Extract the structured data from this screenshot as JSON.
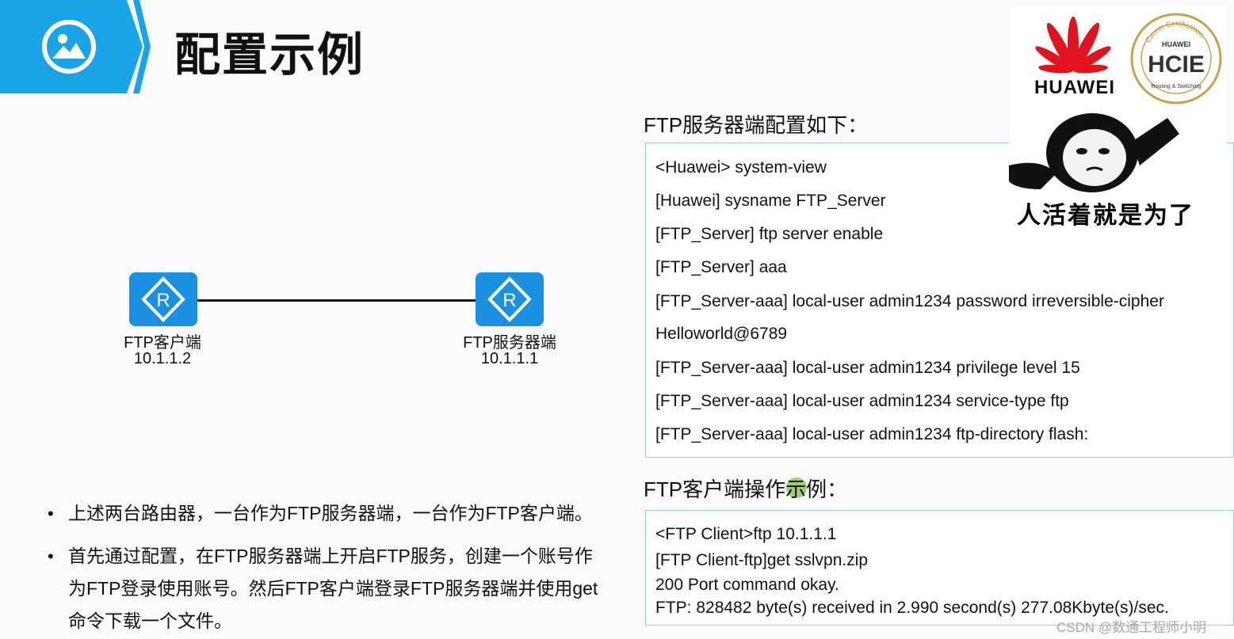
{
  "header": {
    "title": "配置示例",
    "icon": "image-icon"
  },
  "topology": {
    "client": {
      "name": "FTP客户端",
      "ip": "10.1.1.2",
      "glyph": "R"
    },
    "server": {
      "name": "FTP服务器端",
      "ip": "10.1.1.1",
      "glyph": "R"
    }
  },
  "server_config": {
    "heading": "FTP服务器端配置如下：",
    "lines": [
      "<Huawei> system-view",
      "[Huawei] sysname FTP_Server",
      "[FTP_Server] ftp server enable",
      "[FTP_Server] aaa",
      "[FTP_Server-aaa] local-user admin1234 password irreversible-cipher",
      "Helloworld@6789",
      "[FTP_Server-aaa] local-user admin1234 privilege level 15",
      "[FTP_Server-aaa] local-user admin1234 service-type ftp",
      "[FTP_Server-aaa] local-user admin1234 ftp-directory flash:"
    ]
  },
  "client_config": {
    "heading": "FTP客户端操作示例：",
    "lines": [
      "<FTP Client>ftp 10.1.1.1",
      "[FTP Client-ftp]get sslvpn.zip",
      "200 Port command okay.",
      "FTP: 828482 byte(s) received in 2.990 second(s) 277.08Kbyte(s)/sec."
    ]
  },
  "bullets": [
    {
      "lines": [
        "上述两台路由器，一台作为FTP服务器端，一台作为FTP客户端。"
      ]
    },
    {
      "lines": [
        "首先通过配置，在FTP服务器端上开启FTP服务，创建一个账号作",
        "为FTP登录使用账号。然后FTP客户端登录FTP服务器端并使用get",
        "命令下载一个文件。"
      ]
    }
  ],
  "logo": {
    "brand": "HUAWEI",
    "seal_top": "Career Certification",
    "seal_brand": "HUAWEI",
    "seal_main": "HCIE",
    "seal_sub": "Routing & Switching",
    "meme_caption": "人活着就是为了"
  },
  "watermark": "CSDN @数通工程师小明",
  "colors": {
    "banner": "#1aa4e8",
    "router": "#1b8fe0",
    "box_border": "#8fd0f0"
  }
}
